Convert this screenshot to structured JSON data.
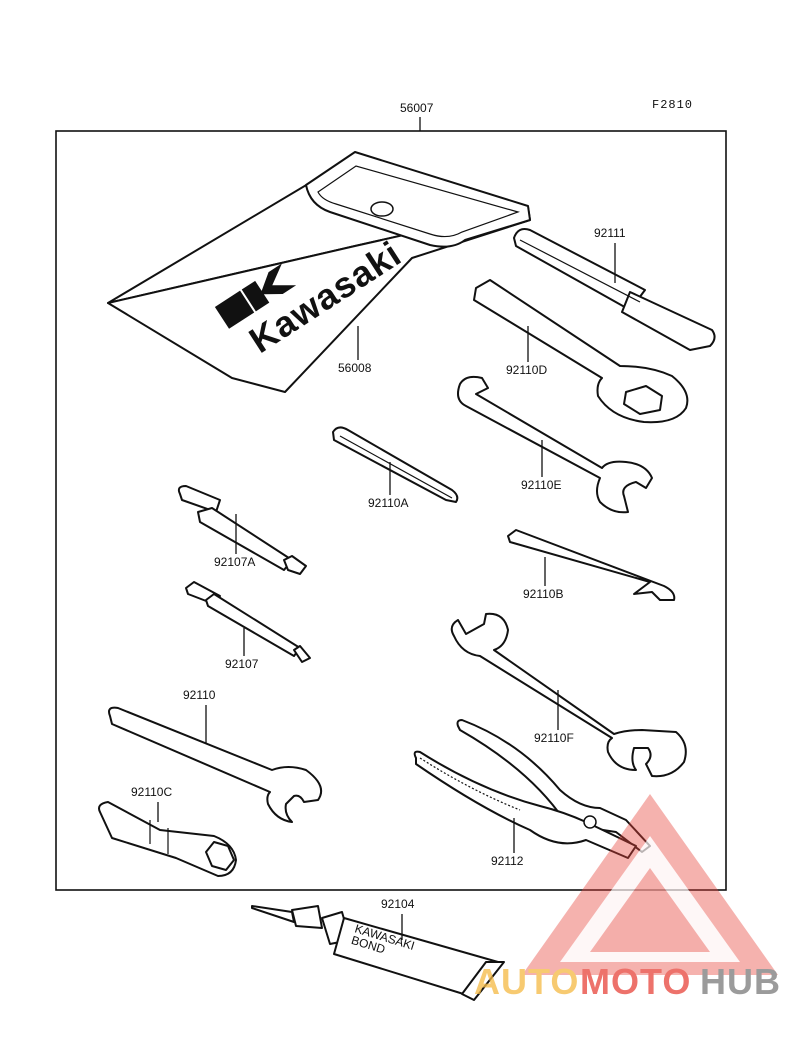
{
  "diagram_code": "F2810",
  "assembly_part": "56007",
  "parts": {
    "p56008": "56008",
    "p92111": "92111",
    "p92110D": "92110D",
    "p92110A": "92110A",
    "p92110E": "92110E",
    "p92107A": "92107A",
    "p92110B": "92110B",
    "p92107": "92107",
    "p92110": "92110",
    "p92110F": "92110F",
    "p92110C": "92110C",
    "p92112": "92112",
    "p92104": "92104"
  },
  "pouch_logo_text": "Kawasaki",
  "tube_label": [
    "KAWASAKI",
    "BOND"
  ],
  "watermark": {
    "text_auto": "AUTO",
    "text_moto": "MOTO",
    "text_hub": "HUB",
    "color_auto": "#f5b942",
    "color_moto": "#e8443a",
    "color_hub": "#7a7a7a",
    "triangle_color": "#e8443a"
  }
}
